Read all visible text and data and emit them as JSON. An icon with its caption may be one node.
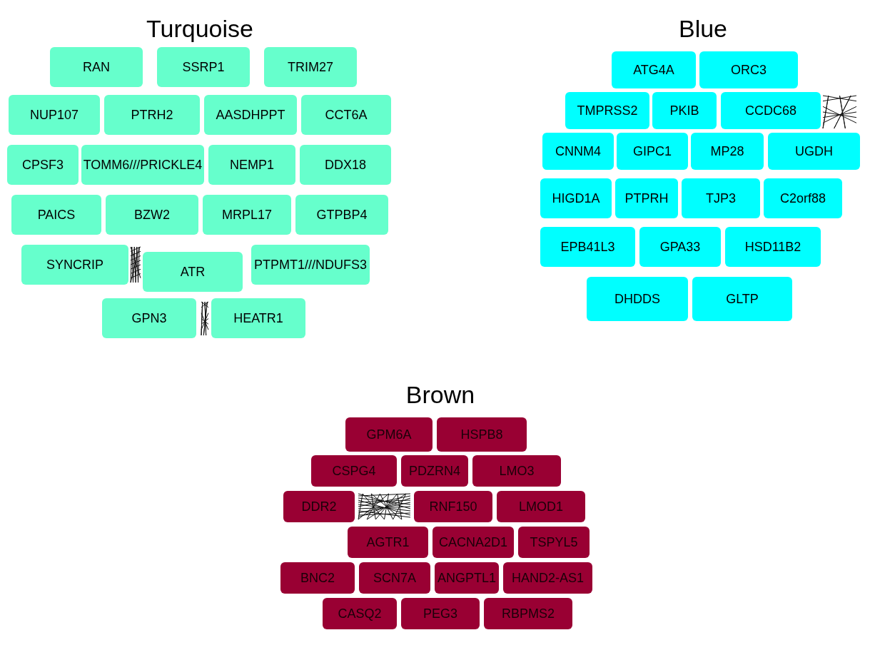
{
  "diagram": {
    "nodes": [
      {
        "text": [
          "RAN"
        ]
      },
      {
        "text": [
          "SSRP1"
        ]
      },
      {
        "text": [
          "TRIM27"
        ]
      },
      {
        "text": [
          "NUP107"
        ]
      },
      {
        "text": [
          "PTRH2"
        ]
      },
      {
        "text": [
          "AASDHPPT"
        ]
      },
      {
        "text": [
          "CCT6A"
        ]
      },
      {
        "text": [
          "CPSF3"
        ]
      },
      {
        "text": [
          "TOMM6///PRICKLE4"
        ]
      },
      {
        "text": [
          "NEMP1"
        ]
      },
      {
        "text": [
          "DDX18"
        ]
      },
      {
        "text": [
          "PAICS"
        ]
      },
      {
        "text": [
          "BZW2"
        ]
      },
      {
        "text": [
          "MRPL17"
        ]
      },
      {
        "text": [
          "GTPBP4"
        ]
      },
      {
        "text": [
          "SYNCRIP"
        ]
      },
      {
        "text": [
          "ATR"
        ]
      },
      {
        "text": [
          "PTPMT1///NDUFS3"
        ]
      },
      {
        "text": [
          "GPN3"
        ]
      },
      {
        "text": [
          "HEATR1"
        ]
      },
      {
        "text": [
          "ATG4A"
        ]
      },
      {
        "text": [
          "ORC3"
        ]
      },
      {
        "text": [
          "TMPRSS2"
        ]
      },
      {
        "text": [
          "PKIB"
        ]
      },
      {
        "text": [
          "CCDC68"
        ]
      },
      {
        "text": [
          "CNNM4"
        ]
      },
      {
        "text": [
          "GIPC1"
        ]
      },
      {
        "text": [
          "MP28"
        ]
      },
      {
        "text": [
          "UGDH"
        ]
      },
      {
        "text": [
          "HIGD1A"
        ]
      },
      {
        "text": [
          "PTPRH"
        ]
      },
      {
        "text": [
          "TJP3"
        ]
      },
      {
        "text": [
          "C2orf88"
        ]
      },
      {
        "text": [
          "EPB41L3"
        ]
      },
      {
        "text": [
          "GPA33"
        ]
      },
      {
        "text": [
          "HSD11B2"
        ]
      },
      {
        "text": [
          "DHDDS"
        ]
      },
      {
        "text": [
          "GLTP"
        ]
      },
      {
        "text": [
          "GPM6A"
        ]
      },
      {
        "text": [
          "HSPB8"
        ]
      },
      {
        "text": [
          "CSPG4"
        ]
      },
      {
        "text": [
          "PDZRN4"
        ]
      },
      {
        "text": [
          "LMO3"
        ]
      },
      {
        "text": [
          "LMOD1"
        ]
      },
      {
        "text": [
          "DDR2"
        ]
      },
      {
        "text": [
          "RNF150"
        ]
      },
      {
        "text": [
          "TSPYL5"
        ]
      },
      {
        "text": [
          "AGTR1"
        ]
      },
      {
        "text": [
          "CACNA2D1"
        ]
      },
      {
        "text": [
          "BNC2"
        ]
      },
      {
        "text": [
          "SCN7A"
        ]
      },
      {
        "text": [
          "HAND2-AS1"
        ]
      },
      {
        "text": [
          "ANGPTL1"
        ]
      },
      {
        "text": [
          "CASQ2"
        ]
      },
      {
        "text": [
          "RBPMS2"
        ]
      },
      {
        "text": [
          "PEG3"
        ]
      }
    ],
    "labels": [
      "Turquoise",
      "Blue",
      "Brown"
    ]
  }
}
